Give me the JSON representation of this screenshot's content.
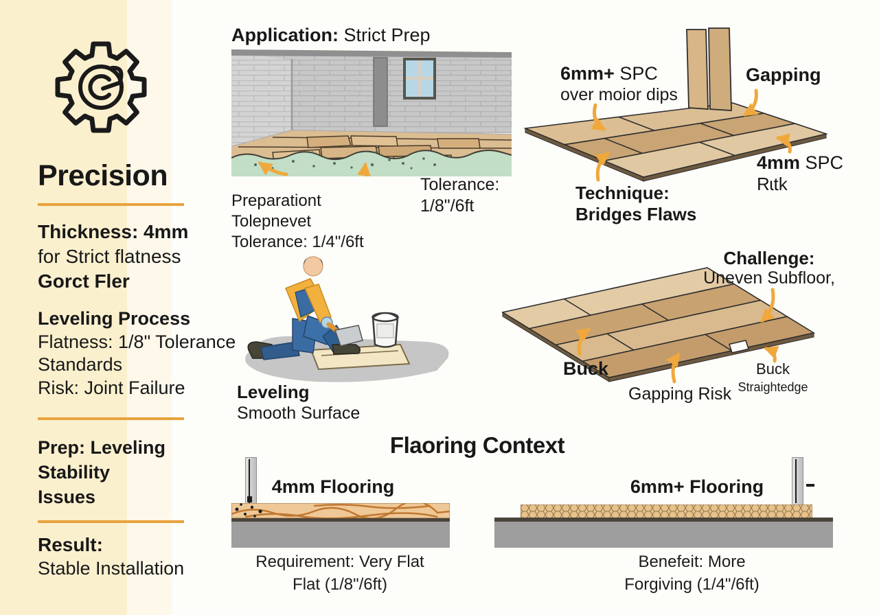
{
  "accent_color": "#F0A83C",
  "sidebar": {
    "icon": "gear-gauge-icon",
    "title": "Precision",
    "block1": {
      "l1": "Thickness: 4mm",
      "l2": "for Strict flatness",
      "l3": "Gorct Fler"
    },
    "block2": {
      "l1": "Leveling Process",
      "l2": "Flatness: 1/8\" Tolerance",
      "l3": "Standards",
      "l4": "Risk: Joint Failure"
    },
    "block3": {
      "l1": "Prep: Leveling",
      "l2": "Stability",
      "l3": "Issues"
    },
    "block4": {
      "l1": "Result:",
      "l2": "Stable Installation"
    }
  },
  "prep": {
    "heading_bold": "Application:",
    "heading_rest": " Strict Prep",
    "caption": {
      "l1": "Preparationt",
      "l2": "Tolepnevet",
      "l3": "Tolerance: 1/4\"/6ft"
    },
    "tolerance": {
      "l1": "Tolerance:",
      "l2": "1/8\"/6ft"
    }
  },
  "bridge": {
    "spc6_bold": "6mm+",
    "spc6_rest": " SPC",
    "spc6_l2": "over moior dips",
    "gapping": "Gapping",
    "spc4_bold": "4mm",
    "spc4_rest": " SPC",
    "spc4_l2": "Rɩtk",
    "technique_l1": "Technique:",
    "technique_l2": "Bridges Flaws"
  },
  "leveling": {
    "l1": "Leveling",
    "l2": "Smooth Surface"
  },
  "challenge": {
    "heading_l1": "Challenge:",
    "heading_l2": "Uneven Subfloor,",
    "buck": "Buck",
    "gapping_risk": "Gapping Risk",
    "straightedge_l1": "Buck",
    "straightedge_l2": "Straightedge"
  },
  "context": {
    "title": "Flaoring Context",
    "left": {
      "label": "4mm Flooring",
      "caption_l1": "Requirement: Very Flat",
      "caption_l2": "Flat (1/8\"/6ft)"
    },
    "right": {
      "label": "6mm+ Flooring",
      "caption_l1": "Benefeit: More",
      "caption_l2": "Forgiving (1/4\"/6ft)"
    }
  }
}
